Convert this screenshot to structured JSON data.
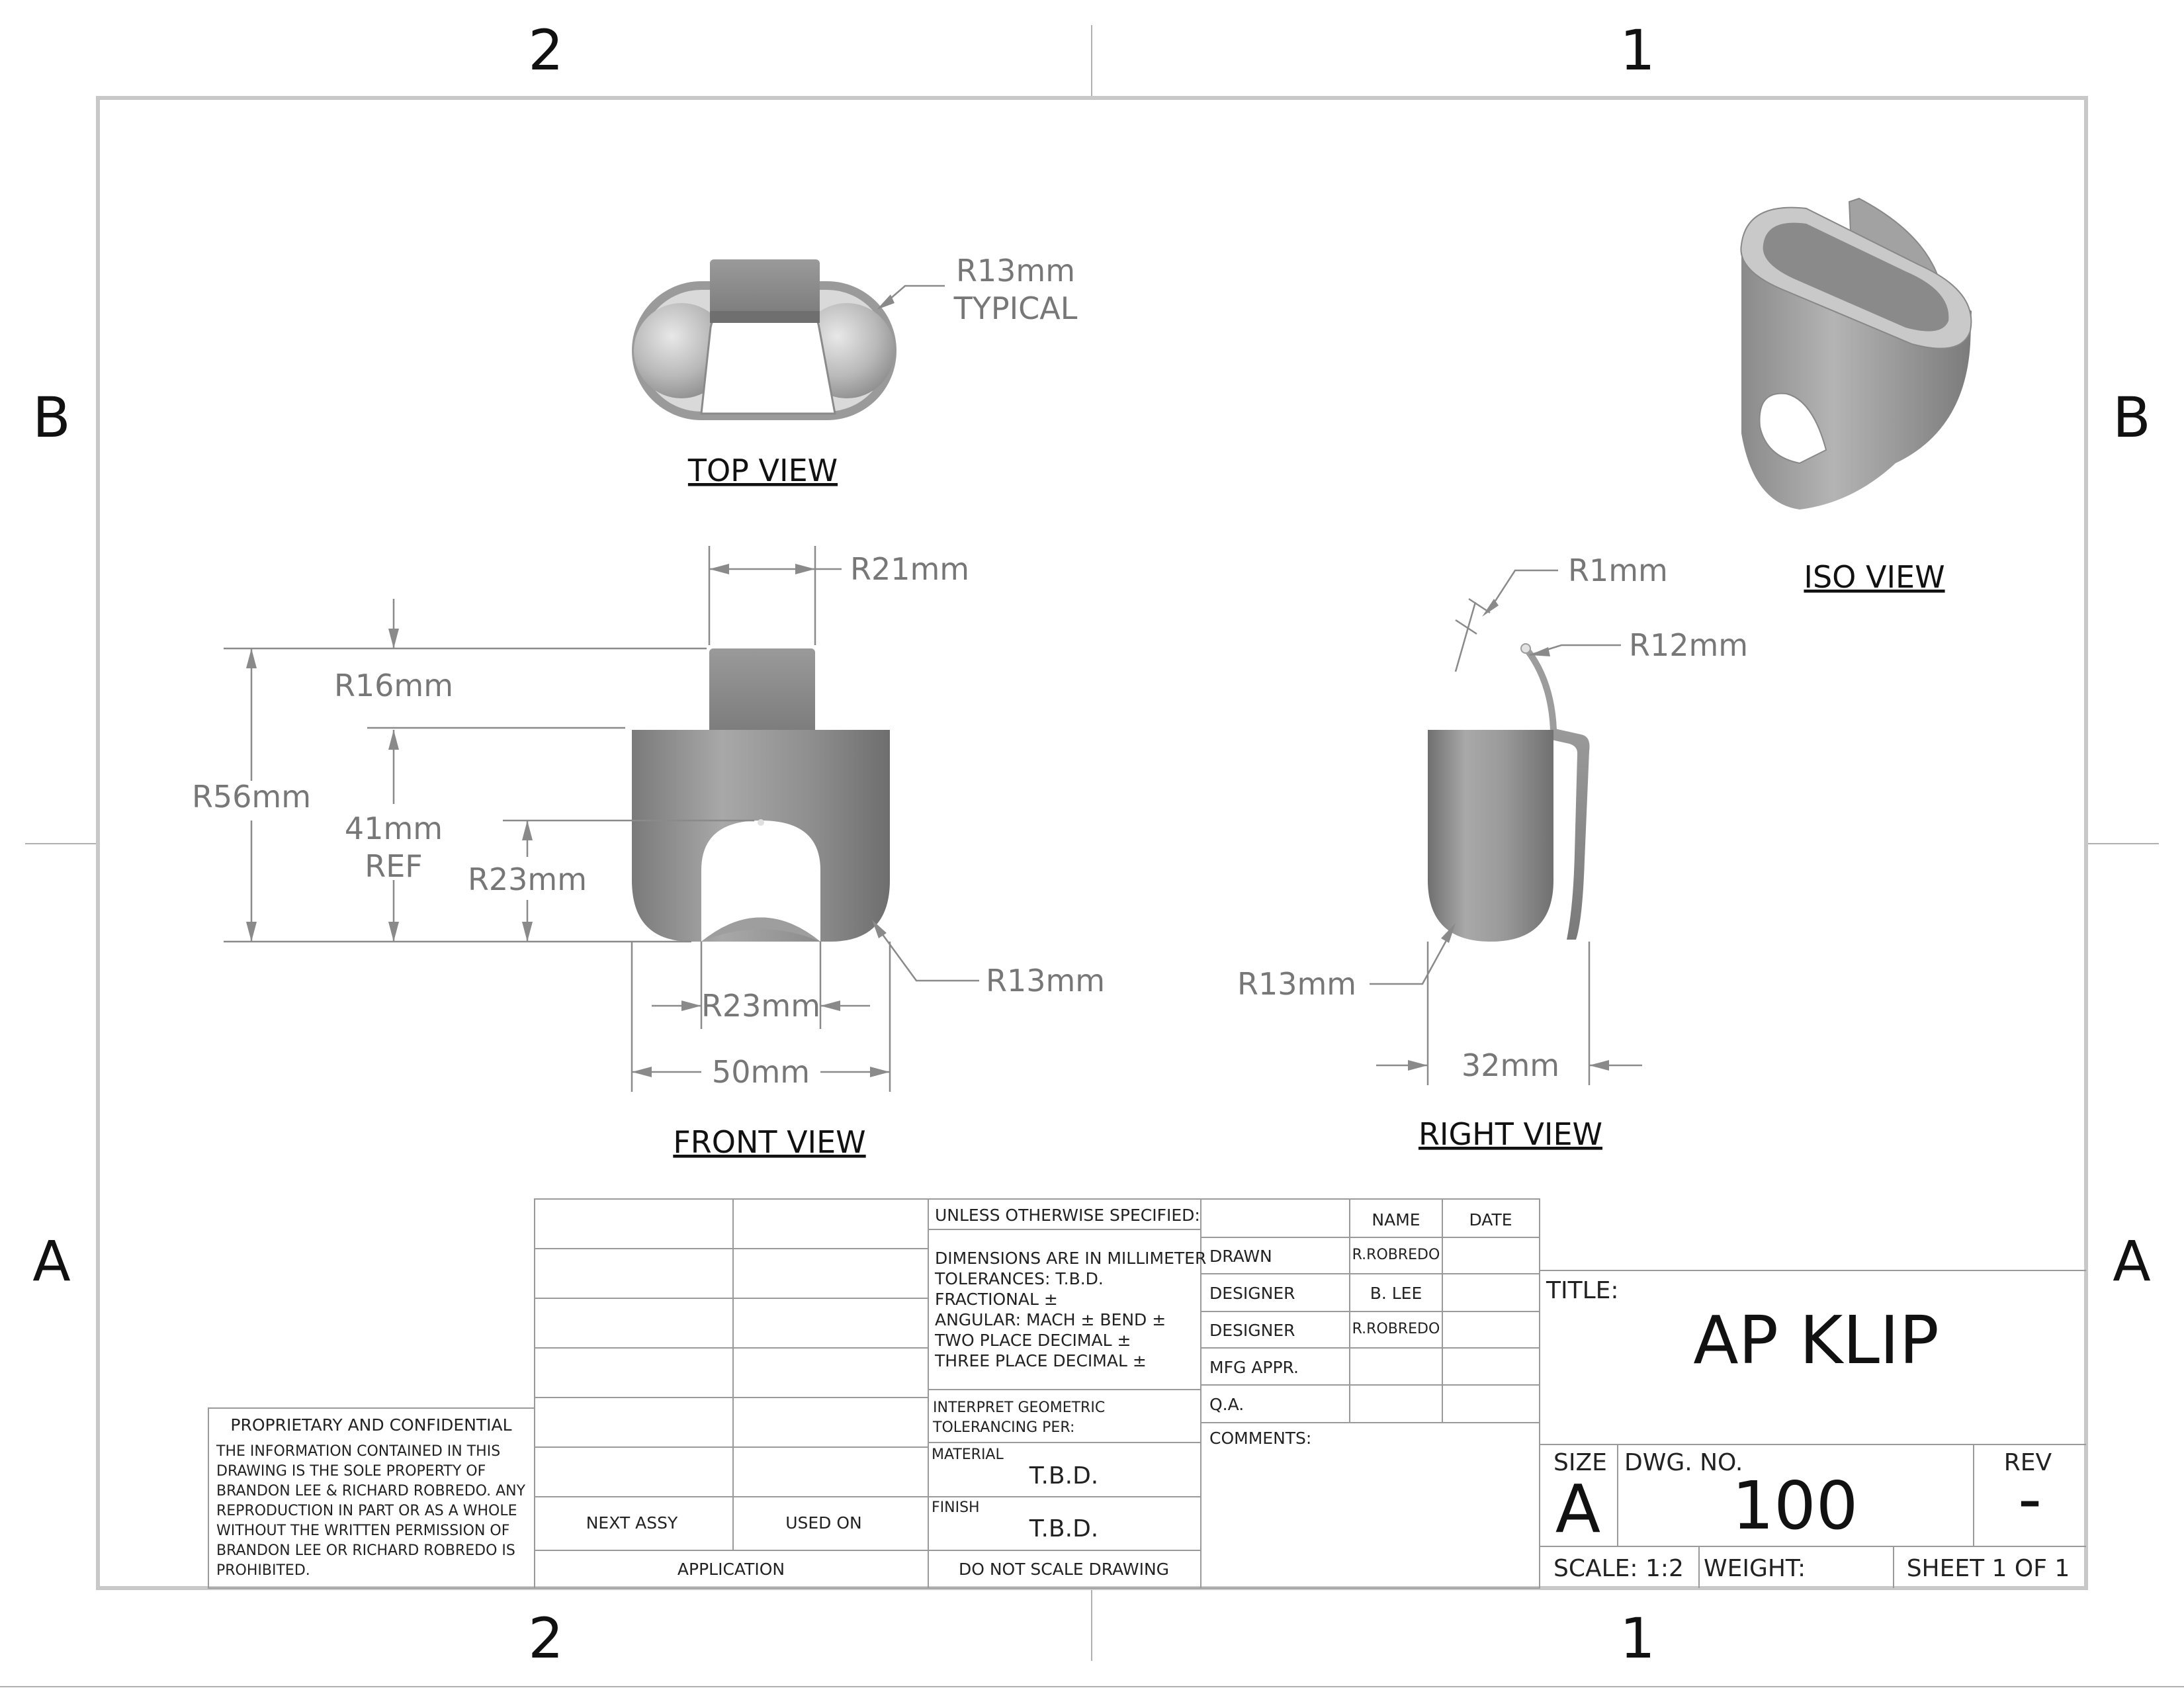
{
  "zones": {
    "top": [
      "2",
      "1"
    ],
    "bottom": [
      "2",
      "1"
    ],
    "left": [
      "B",
      "A"
    ],
    "right": [
      "B",
      "A"
    ]
  },
  "views": {
    "top": "TOP VIEW",
    "front": "FRONT VIEW",
    "right": "RIGHT VIEW",
    "iso": "ISO VIEW"
  },
  "dimensions": {
    "top_radius": "R13mm",
    "top_radius_note": "TYPICAL",
    "front_r21": "R21mm",
    "front_r16": "R16mm",
    "front_r56": "R56mm",
    "front_41": "41mm",
    "front_41_ref": "REF",
    "front_r23_v": "R23mm",
    "front_r23_h": "R23mm",
    "front_50": "50mm",
    "front_r13": "R13mm",
    "right_r1": "R1mm",
    "right_r12": "R12mm",
    "right_r13": "R13mm",
    "right_32": "32mm"
  },
  "title_block": {
    "proprietary_title": "PROPRIETARY AND CONFIDENTIAL",
    "proprietary_lines": [
      "THE INFORMATION CONTAINED IN THIS",
      "DRAWING IS THE SOLE PROPERTY OF",
      "BRANDON LEE & RICHARD ROBREDO.  ANY",
      "REPRODUCTION IN PART OR AS A WHOLE",
      "WITHOUT THE WRITTEN PERMISSION OF",
      "BRANDON LEE OR RICHARD ROBREDO IS",
      "PROHIBITED."
    ],
    "next_assy": "NEXT ASSY",
    "used_on": "USED ON",
    "application": "APPLICATION",
    "unless": "UNLESS OTHERWISE SPECIFIED:",
    "tol_lines": [
      "DIMENSIONS ARE IN MILLIMETER",
      "TOLERANCES: T.B.D.",
      "FRACTIONAL ±",
      "ANGULAR: MACH ±     BEND  ±",
      "TWO PLACE DECIMAL     ±",
      "THREE PLACE DECIMAL   ±"
    ],
    "interpret_lines": [
      "INTERPRET GEOMETRIC",
      "TOLERANCING PER:"
    ],
    "material_label": "MATERIAL",
    "material_value": "T.B.D.",
    "finish_label": "FINISH",
    "finish_value": "T.B.D.",
    "do_not_scale": "DO NOT SCALE DRAWING",
    "name_header": "NAME",
    "date_header": "DATE",
    "roles": [
      {
        "role": "DRAWN",
        "name": "R.ROBREDO"
      },
      {
        "role": "DESIGNER",
        "name": "B. LEE"
      },
      {
        "role": "DESIGNER",
        "name": "R.ROBREDO"
      },
      {
        "role": "MFG APPR.",
        "name": ""
      },
      {
        "role": "Q.A.",
        "name": ""
      }
    ],
    "comments": "COMMENTS:",
    "title_label": "TITLE:",
    "title": "AP KLIP",
    "size_label": "SIZE",
    "size": "A",
    "dwg_no_label": "DWG.  NO.",
    "dwg_no": "100",
    "rev_label": "REV",
    "rev": "-",
    "scale": "SCALE: 1:2",
    "weight": "WEIGHT:",
    "sheet": "SHEET 1 OF 1"
  },
  "colors": {
    "part_body": "#8c8c8c",
    "part_highlight": "#d4d4d4",
    "dimension": "#8a8a8a",
    "frame": "#c8c8c8"
  }
}
